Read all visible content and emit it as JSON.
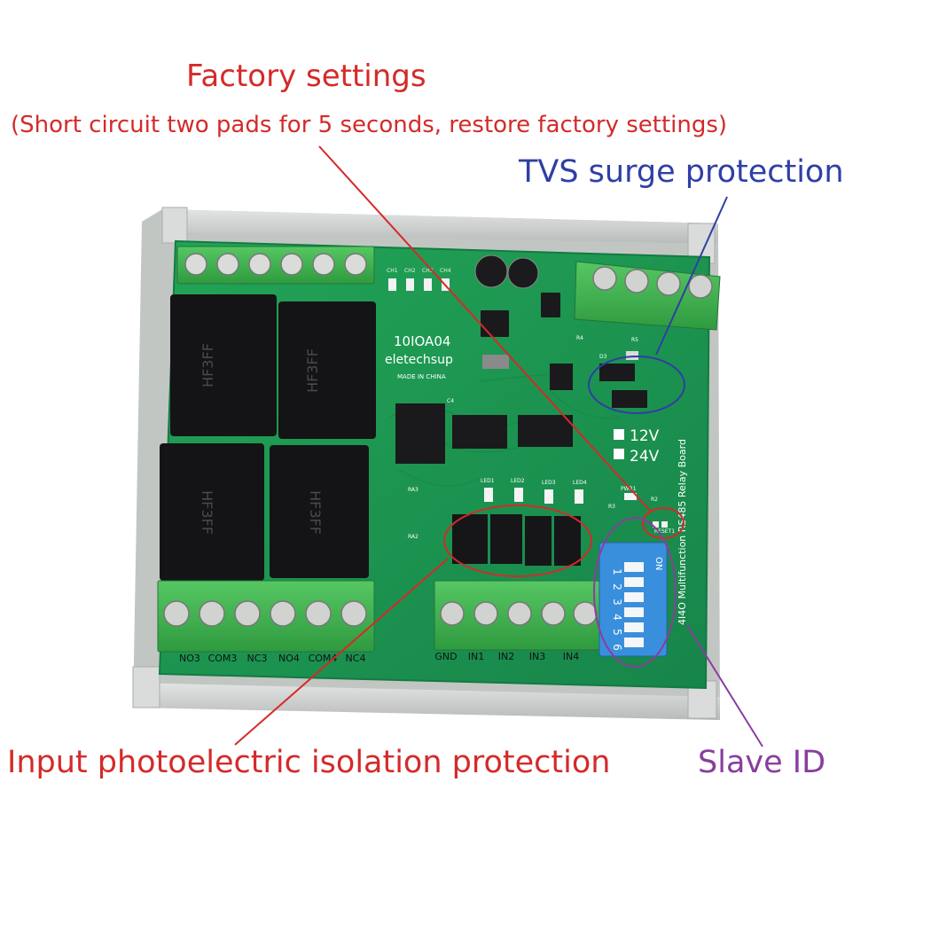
{
  "annotations": {
    "factory_title": "Factory settings",
    "factory_subtitle": "(Short circuit two pads for 5 seconds, restore factory settings)",
    "tvs_title": "TVS surge protection",
    "input_title": "Input photoelectric isolation protection",
    "slave_title": "Slave ID"
  },
  "board": {
    "model": "10IOA04",
    "brand": "eletechsup",
    "made_in": "MADE IN CHINA",
    "side_label": "4I4O Multifunction RS485 Relay Board",
    "voltage_12": "12V",
    "voltage_24": "24V",
    "ch_labels": [
      "CH1",
      "CH2",
      "CH3",
      "CH4"
    ],
    "led_labels": [
      "LED1",
      "LED2",
      "LED3",
      "LED4"
    ],
    "pwr_label": "PWR1",
    "reset_label": "RESET1",
    "relay_brand": "HF3FF",
    "dip_on": "ON",
    "dip_numbers": [
      "1",
      "2",
      "3",
      "4",
      "5",
      "6"
    ],
    "output_terminals": [
      "NO3",
      "COM3",
      "NC3",
      "NO4",
      "COM4",
      "NC4"
    ],
    "input_terminals": [
      "GND",
      "IN1",
      "IN2",
      "IN3",
      "IN4"
    ],
    "small_labels": [
      "RA3",
      "RA2",
      "R3",
      "R2",
      "R4",
      "R5",
      "D3",
      "C4"
    ]
  },
  "colors": {
    "pcb": "#1f9a52",
    "terminal": "#39b54a",
    "relay": "#151517",
    "dip_switch": "#3a8fdc",
    "enclosure": "#c8ccc9",
    "annotation_red": "#d42a2a",
    "annotation_blue": "#2f3fa6",
    "annotation_purple": "#8a3da0"
  }
}
